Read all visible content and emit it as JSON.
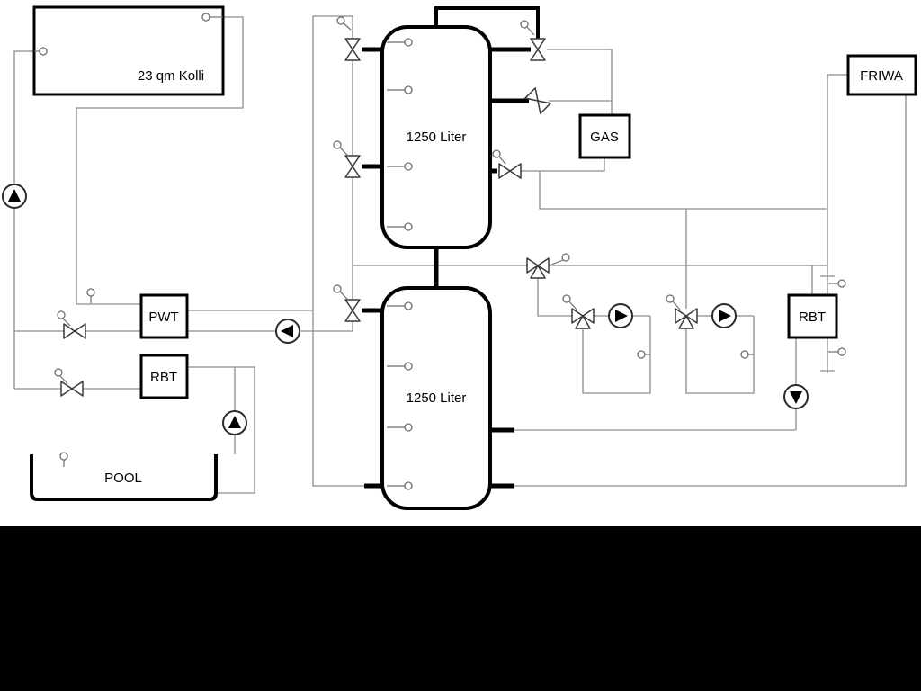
{
  "page": {
    "background": "#ffffff",
    "letterbox": "#000000"
  },
  "labels": {
    "collector": "23 qm Kolli",
    "tank_top": "1250 Liter",
    "tank_bottom": "1250 Liter",
    "gas": "GAS",
    "friwa": "FRIWA",
    "pwt": "PWT",
    "rbt_left": "RBT",
    "rbt_right": "RBT",
    "pool": "POOL"
  },
  "colors": {
    "pipe": "#8c8c8c",
    "component_outline": "#000000",
    "valve_stroke": "#3a3a3a",
    "sensor_stroke": "#6e6e6e"
  }
}
